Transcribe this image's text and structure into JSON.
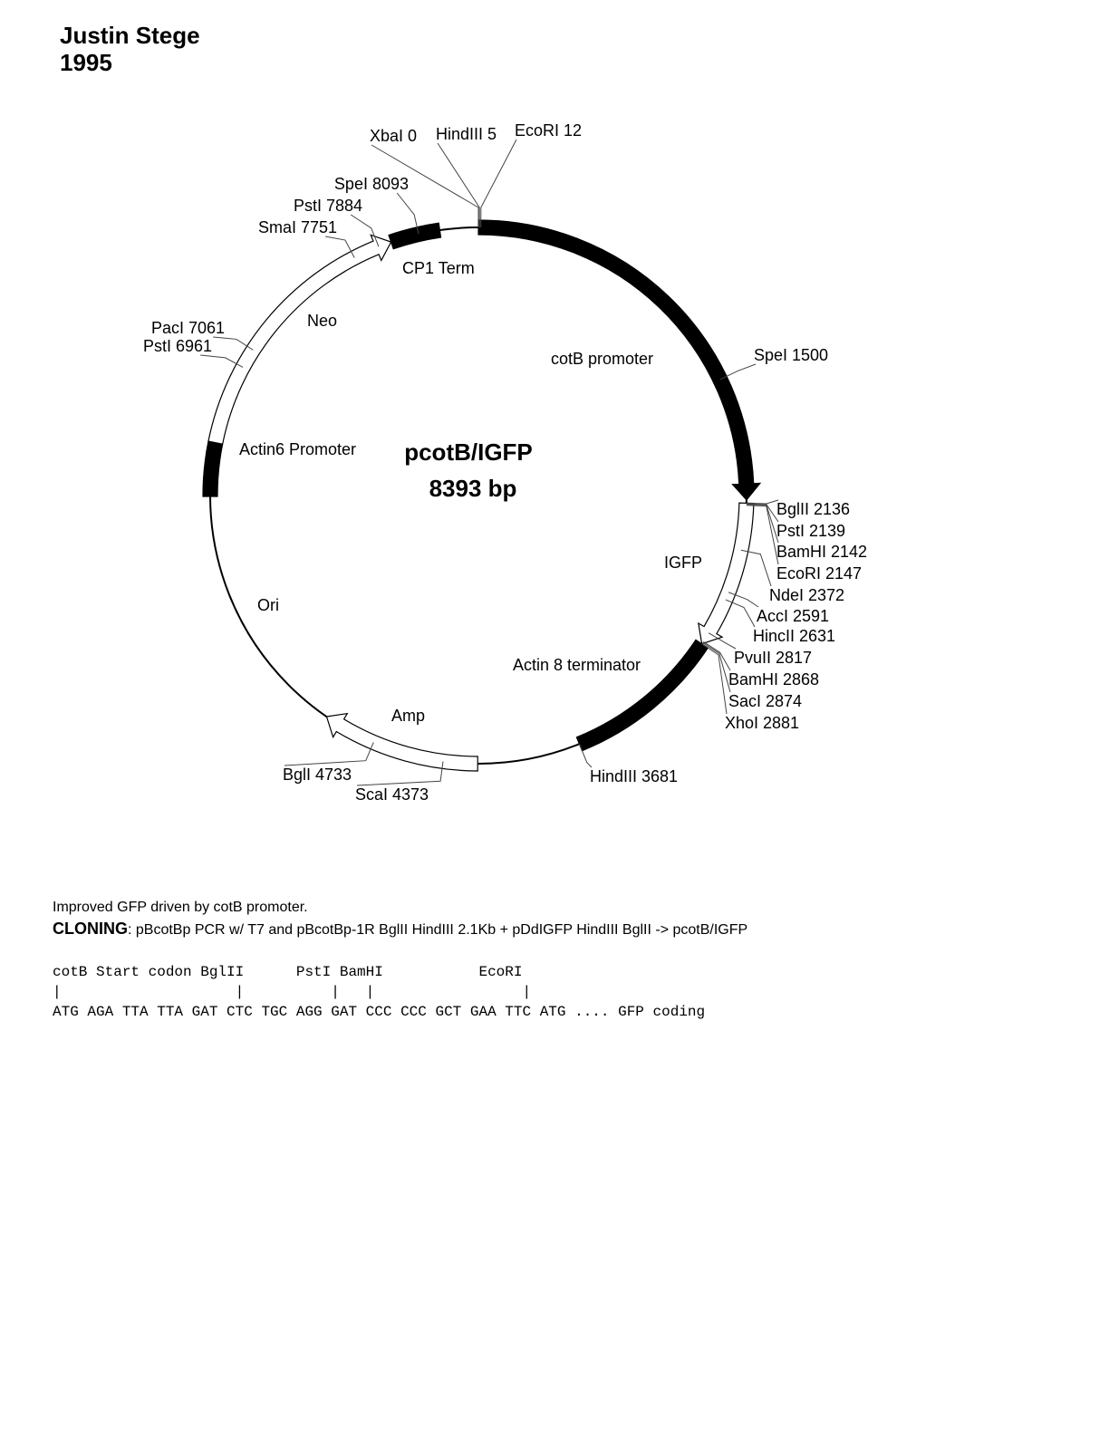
{
  "header": {
    "author": "Justin Stege",
    "year": "1995"
  },
  "plasmid": {
    "name": "pcotB/IGFP",
    "size_label": "8393 bp",
    "total_bp": 8393
  },
  "features": [
    {
      "name": "cotB promoter",
      "start": 0,
      "end": 2120,
      "fill": "#000000",
      "arrow": true
    },
    {
      "name": "IGFP",
      "start": 2136,
      "end": 2881,
      "fill": "#ffffff",
      "arrow": true
    },
    {
      "name": "Actin 8 terminator",
      "start": 2881,
      "end": 3681,
      "fill": "#000000",
      "arrow": false
    },
    {
      "name": "Amp",
      "start": 4200,
      "end": 5000,
      "fill": "#ffffff",
      "arrow": true
    },
    {
      "name": "Ori",
      "start": null,
      "end": null,
      "fill": null,
      "arrow": false
    },
    {
      "name": "Actin6 Promoter",
      "start": 6290,
      "end": 6560,
      "fill": "#000000",
      "arrow": false
    },
    {
      "name": "Neo",
      "start": 6560,
      "end": 7950,
      "fill": "#ffffff",
      "arrow": true
    },
    {
      "name": "CP1 Term",
      "start": 7950,
      "end": 8200,
      "fill": "#000000",
      "arrow": false
    }
  ],
  "sites": [
    {
      "label": "XbaI 0"
    },
    {
      "label": "HindIII 5"
    },
    {
      "label": "EcoRI 12"
    },
    {
      "label": "SpeI 1500"
    },
    {
      "label": "BglII 2136"
    },
    {
      "label": "PstI 2139"
    },
    {
      "label": "BamHI 2142"
    },
    {
      "label": "EcoRI 2147"
    },
    {
      "label": "NdeI 2372"
    },
    {
      "label": "AccI 2591"
    },
    {
      "label": "HincII 2631"
    },
    {
      "label": "PvuII 2817"
    },
    {
      "label": "BamHI 2868"
    },
    {
      "label": "SacI 2874"
    },
    {
      "label": "XhoI 2881"
    },
    {
      "label": "HindIII 3681"
    },
    {
      "label": "ScaI 4373"
    },
    {
      "label": "BglI 4733"
    },
    {
      "label": "PstI 6961"
    },
    {
      "label": "PacI 7061"
    },
    {
      "label": "SmaI 7751"
    },
    {
      "label": "PstI 7884"
    },
    {
      "label": "SpeI 8093"
    }
  ],
  "notes": {
    "description": "Improved GFP driven by cotB promoter.",
    "cloning_label": "CLONING",
    "cloning_text": ":  pBcotBp PCR w/ T7 and pBcotBp-1R BglII HindIII 2.1Kb + pDdIGFP HindIII BglII -> pcotB/IGFP"
  },
  "sequence": {
    "line1": "cotB Start codon BglII      PstI BamHI           EcoRI",
    "line2": "|                    |          |   |                 |",
    "line3": "ATG AGA TTA TTA GAT CTC TGC AGG GAT CCC CCC GCT GAA TTC ATG .... GFP coding"
  }
}
